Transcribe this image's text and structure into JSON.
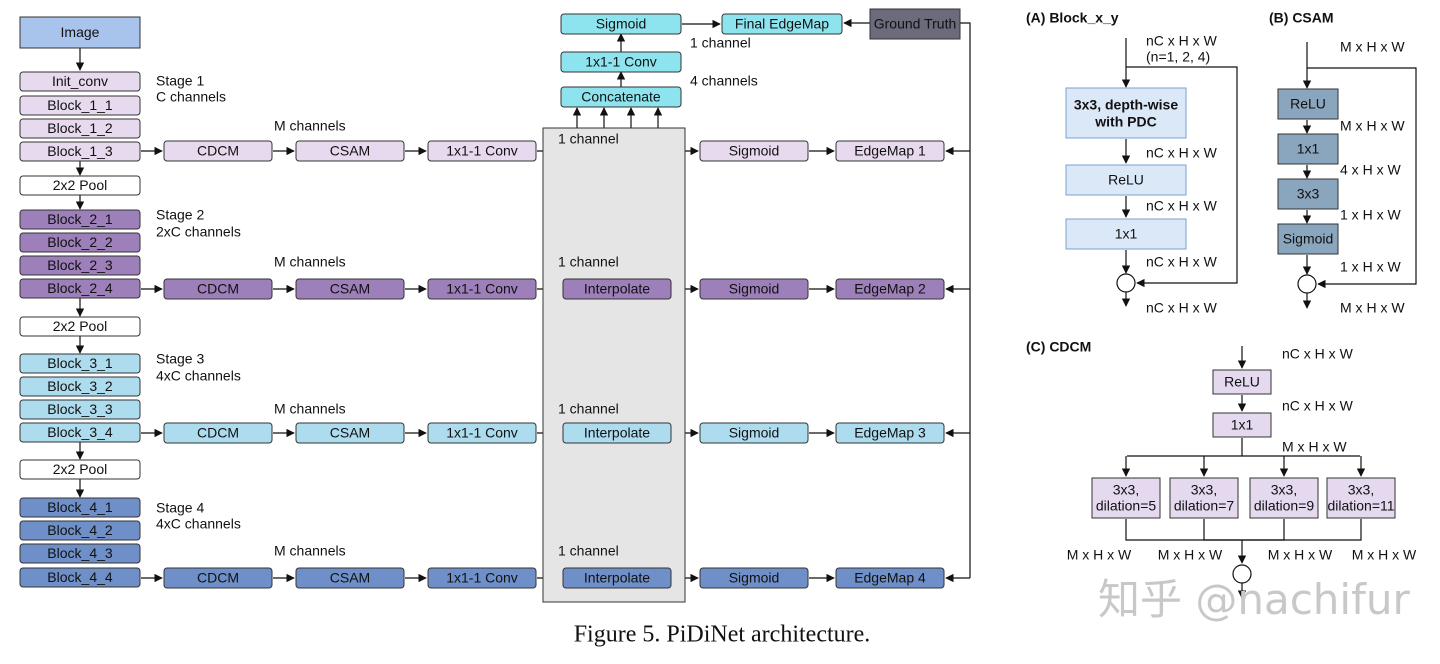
{
  "colors": {
    "input": "#a9c4ec",
    "stage1": "#e8daee",
    "stage2": "#9d7fba",
    "stage3": "#aedcef",
    "stage4": "#6f8fc9",
    "head": "#8ee4ee",
    "ground_truth": "#6b6b7b",
    "block_panel": "#dbe8f8",
    "csam_panel": "#8aa5be",
    "cdcm_panel": "#e4d9ef",
    "interp_panel": "#e5e5e5",
    "pdc_red": "#e01414"
  },
  "main": {
    "input": "Image",
    "init_conv": "Init_conv",
    "pool": "2x2 Pool",
    "stages": [
      {
        "name": "Stage 1",
        "channels": "C channels",
        "blocks": [
          "Block_1_1",
          "Block_1_2",
          "Block_1_3"
        ]
      },
      {
        "name": "Stage 2",
        "channels": "2xC channels",
        "blocks": [
          "Block_2_1",
          "Block_2_2",
          "Block_2_3",
          "Block_2_4"
        ]
      },
      {
        "name": "Stage 3",
        "channels": "4xC channels",
        "blocks": [
          "Block_3_1",
          "Block_3_2",
          "Block_3_3",
          "Block_3_4"
        ]
      },
      {
        "name": "Stage 4",
        "channels": "4xC channels",
        "blocks": [
          "Block_4_1",
          "Block_4_2",
          "Block_4_3",
          "Block_4_4"
        ]
      }
    ],
    "cdcm": "CDCM",
    "csam": "CSAM",
    "conv": "1x1-1 Conv",
    "interpolate": "Interpolate",
    "sigmoid": "Sigmoid",
    "m_channels": "M channels",
    "one_channel": "1 channel",
    "edgemaps": [
      "EdgeMap 1",
      "EdgeMap 2",
      "EdgeMap 3",
      "EdgeMap 4"
    ],
    "top": {
      "sigmoid": "Sigmoid",
      "final": "Final EdgeMap",
      "ground_truth": "Ground Truth",
      "conv": "1x1-1 Conv",
      "concatenate": "Concatenate",
      "one_channel": "1 channel",
      "four_channels": "4 channels"
    }
  },
  "panel_a": {
    "title": "(A) Block_x_y",
    "in_dim": "nC x H x W",
    "n_note": "(n=1, 2, 4)",
    "pdc_line1": "3x3, depth-wise",
    "pdc_line2": "with PDC",
    "relu": "ReLU",
    "conv1x1": "1x1",
    "dims": [
      "nC x H x W",
      "nC x H x W",
      "nC x H x W",
      "nC x H x W"
    ]
  },
  "panel_b": {
    "title": "(B) CSAM",
    "in_dim": "M x H x W",
    "relu": "ReLU",
    "conv1x1": "1x1",
    "conv3x3": "3x3",
    "sigmoid": "Sigmoid",
    "dims": [
      "M x H x W",
      "4 x H x W",
      "1 x H x W",
      "1 x H x W",
      "M x H x W"
    ]
  },
  "panel_c": {
    "title": "(C) CDCM",
    "in_dim": "nC x H x W",
    "relu": "ReLU",
    "dim2": "nC x H x W",
    "conv1x1": "1x1",
    "dim3": "M x H x W",
    "branches": [
      {
        "l1": "3x3,",
        "l2": "dilation=5"
      },
      {
        "l1": "3x3,",
        "l2": "dilation=7"
      },
      {
        "l1": "3x3,",
        "l2": "dilation=9"
      },
      {
        "l1": "3x3,",
        "l2": "dilation=11"
      }
    ],
    "out_dims": [
      "M x H x W",
      "M x H x W",
      "M x H x W",
      "M x H x W"
    ]
  },
  "caption": "Figure 5. PiDiNet architecture.",
  "watermark": "知乎 @nachifur"
}
